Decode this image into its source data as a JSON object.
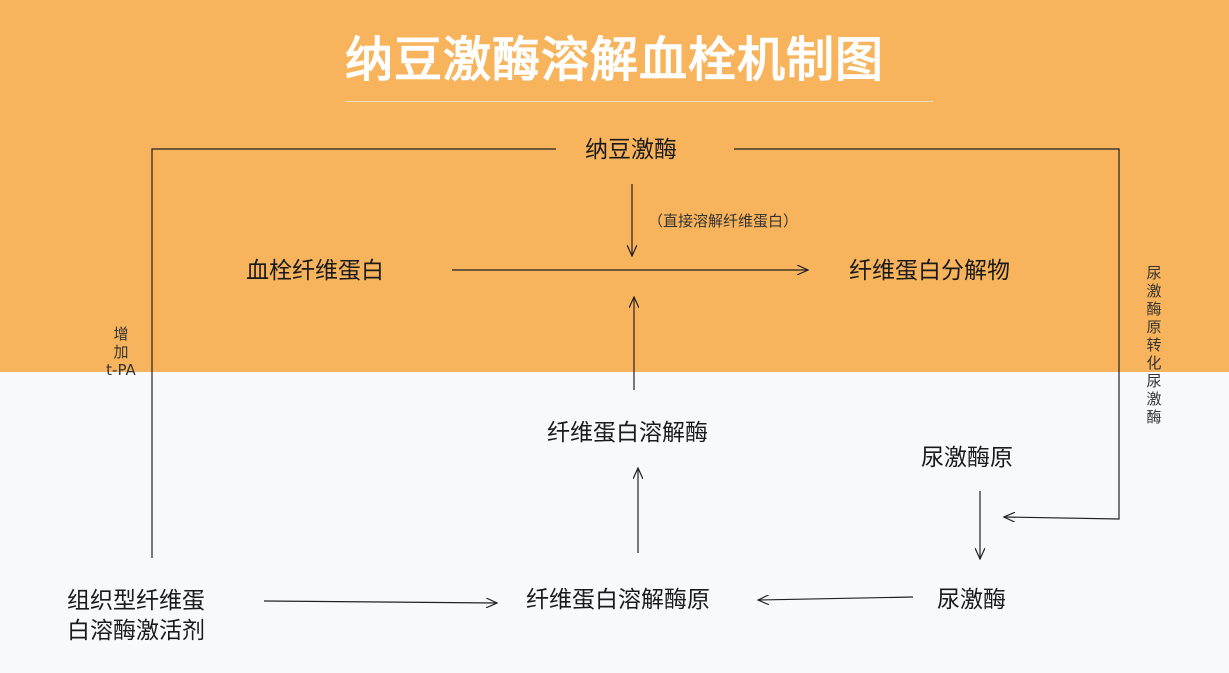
{
  "title": "纳豆激酶溶解血栓机制图",
  "colors": {
    "top_band": "#f8b45c",
    "bottom_band": "#f8f9fb",
    "title_text": "#ffffff",
    "line": "#222222"
  },
  "nodes": {
    "nattokinase": "纳豆激酶",
    "thrombus_fibrin": "血栓纤维蛋白",
    "fibrin_products": "纤维蛋白分解物",
    "plasmin": "纤维蛋白溶解酶",
    "prourokinase": "尿激酶原",
    "tpa": "组织型纤维蛋白溶酶激活剂",
    "plasminogen": "纤维蛋白溶解酶原",
    "urokinase": "尿激酶"
  },
  "tpa_lines": [
    "组织型纤维蛋",
    "白溶酶激活剂"
  ],
  "notes": {
    "direct": "（直接溶解纤维蛋白）",
    "increase_tpa": [
      "增",
      "加",
      "t-PA"
    ],
    "convert": [
      "尿",
      "激",
      "酶",
      "原",
      "转",
      "化",
      "尿",
      "激",
      "酶"
    ]
  }
}
